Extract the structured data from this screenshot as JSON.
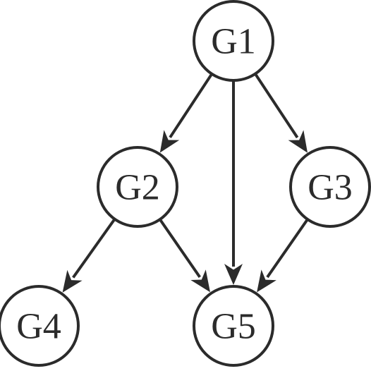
{
  "diagram": {
    "colors": {
      "stroke": "#2b2b2b",
      "background": "#ffffff",
      "node_fill": "#ffffff"
    },
    "nodes": [
      {
        "id": "G1",
        "label": "G1"
      },
      {
        "id": "G2",
        "label": "G2"
      },
      {
        "id": "G3",
        "label": "G3"
      },
      {
        "id": "G4",
        "label": "G4"
      },
      {
        "id": "G5",
        "label": "G5"
      }
    ],
    "edges": [
      {
        "from": "G1",
        "to": "G2"
      },
      {
        "from": "G1",
        "to": "G5"
      },
      {
        "from": "G1",
        "to": "G3"
      },
      {
        "from": "G2",
        "to": "G4"
      },
      {
        "from": "G2",
        "to": "G5"
      },
      {
        "from": "G3",
        "to": "G5"
      }
    ]
  }
}
